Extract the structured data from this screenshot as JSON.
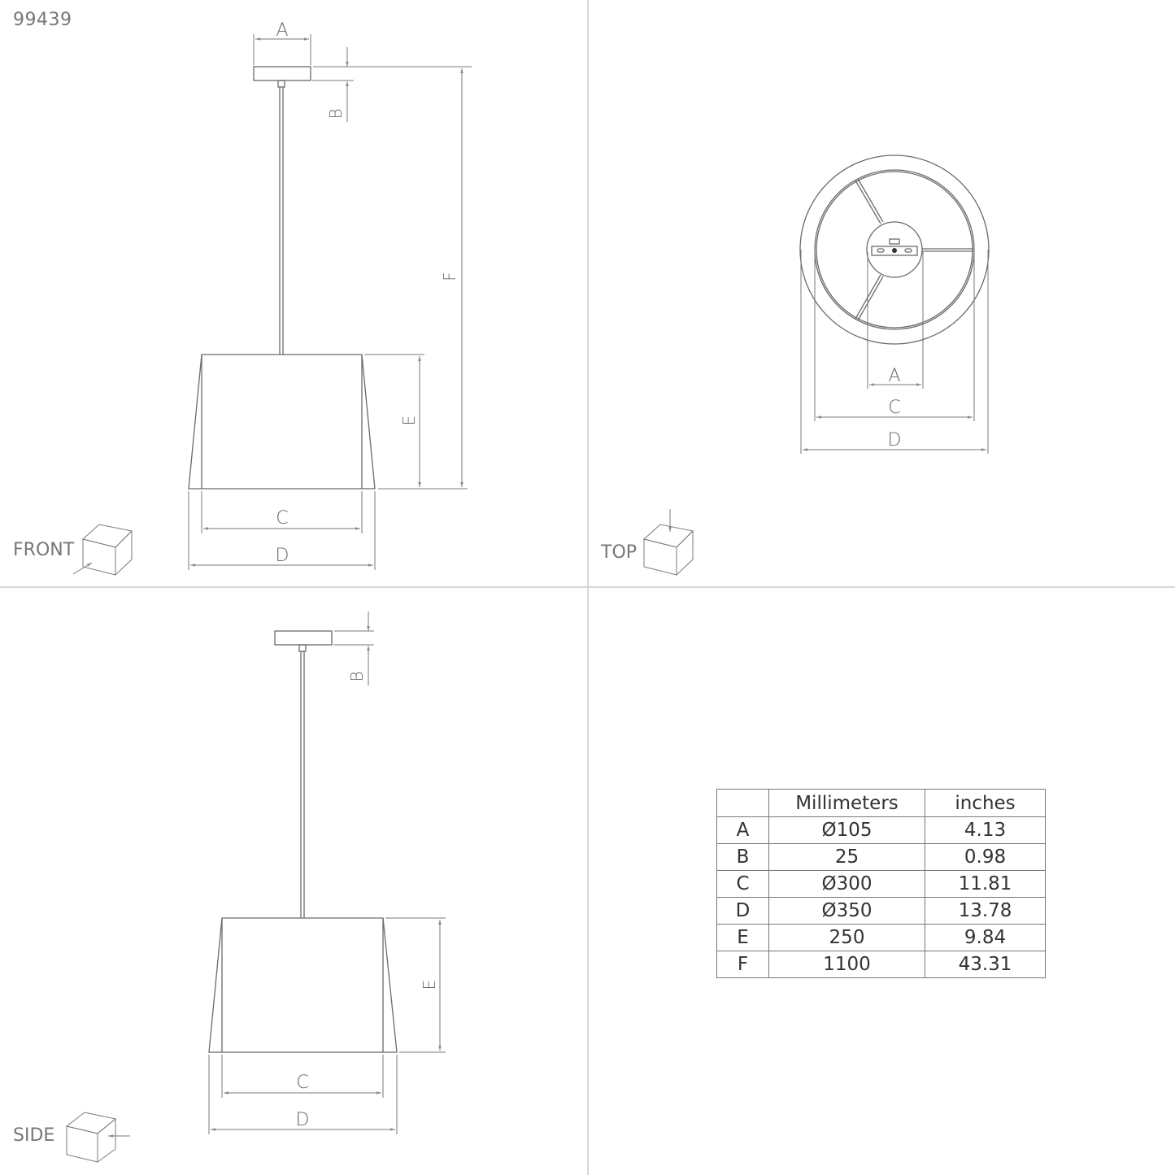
{
  "document": {
    "product_code": "99439"
  },
  "views": {
    "front": {
      "label": "FRONT",
      "dims": {
        "A": "A",
        "B": "B",
        "C": "C",
        "D": "D",
        "E": "E",
        "F": "F"
      }
    },
    "top": {
      "label": "TOP",
      "dims": {
        "A": "A",
        "C": "C",
        "D": "D"
      }
    },
    "side": {
      "label": "SIDE",
      "dims": {
        "B": "B",
        "C": "C",
        "D": "D",
        "E": "E"
      }
    }
  },
  "dimension_table": {
    "headers": [
      "",
      "Millimeters",
      "inches"
    ],
    "rows": [
      {
        "key": "A",
        "mm": "Ø105",
        "in": "4.13"
      },
      {
        "key": "B",
        "mm": "25",
        "in": "0.98"
      },
      {
        "key": "C",
        "mm": "Ø300",
        "in": "11.81"
      },
      {
        "key": "D",
        "mm": "Ø350",
        "in": "13.78"
      },
      {
        "key": "E",
        "mm": "250",
        "in": "9.84"
      },
      {
        "key": "F",
        "mm": "1100",
        "in": "43.31"
      }
    ]
  },
  "colors": {
    "line": "#6a6a6a",
    "divider": "#cccccc",
    "text": "#666666"
  }
}
